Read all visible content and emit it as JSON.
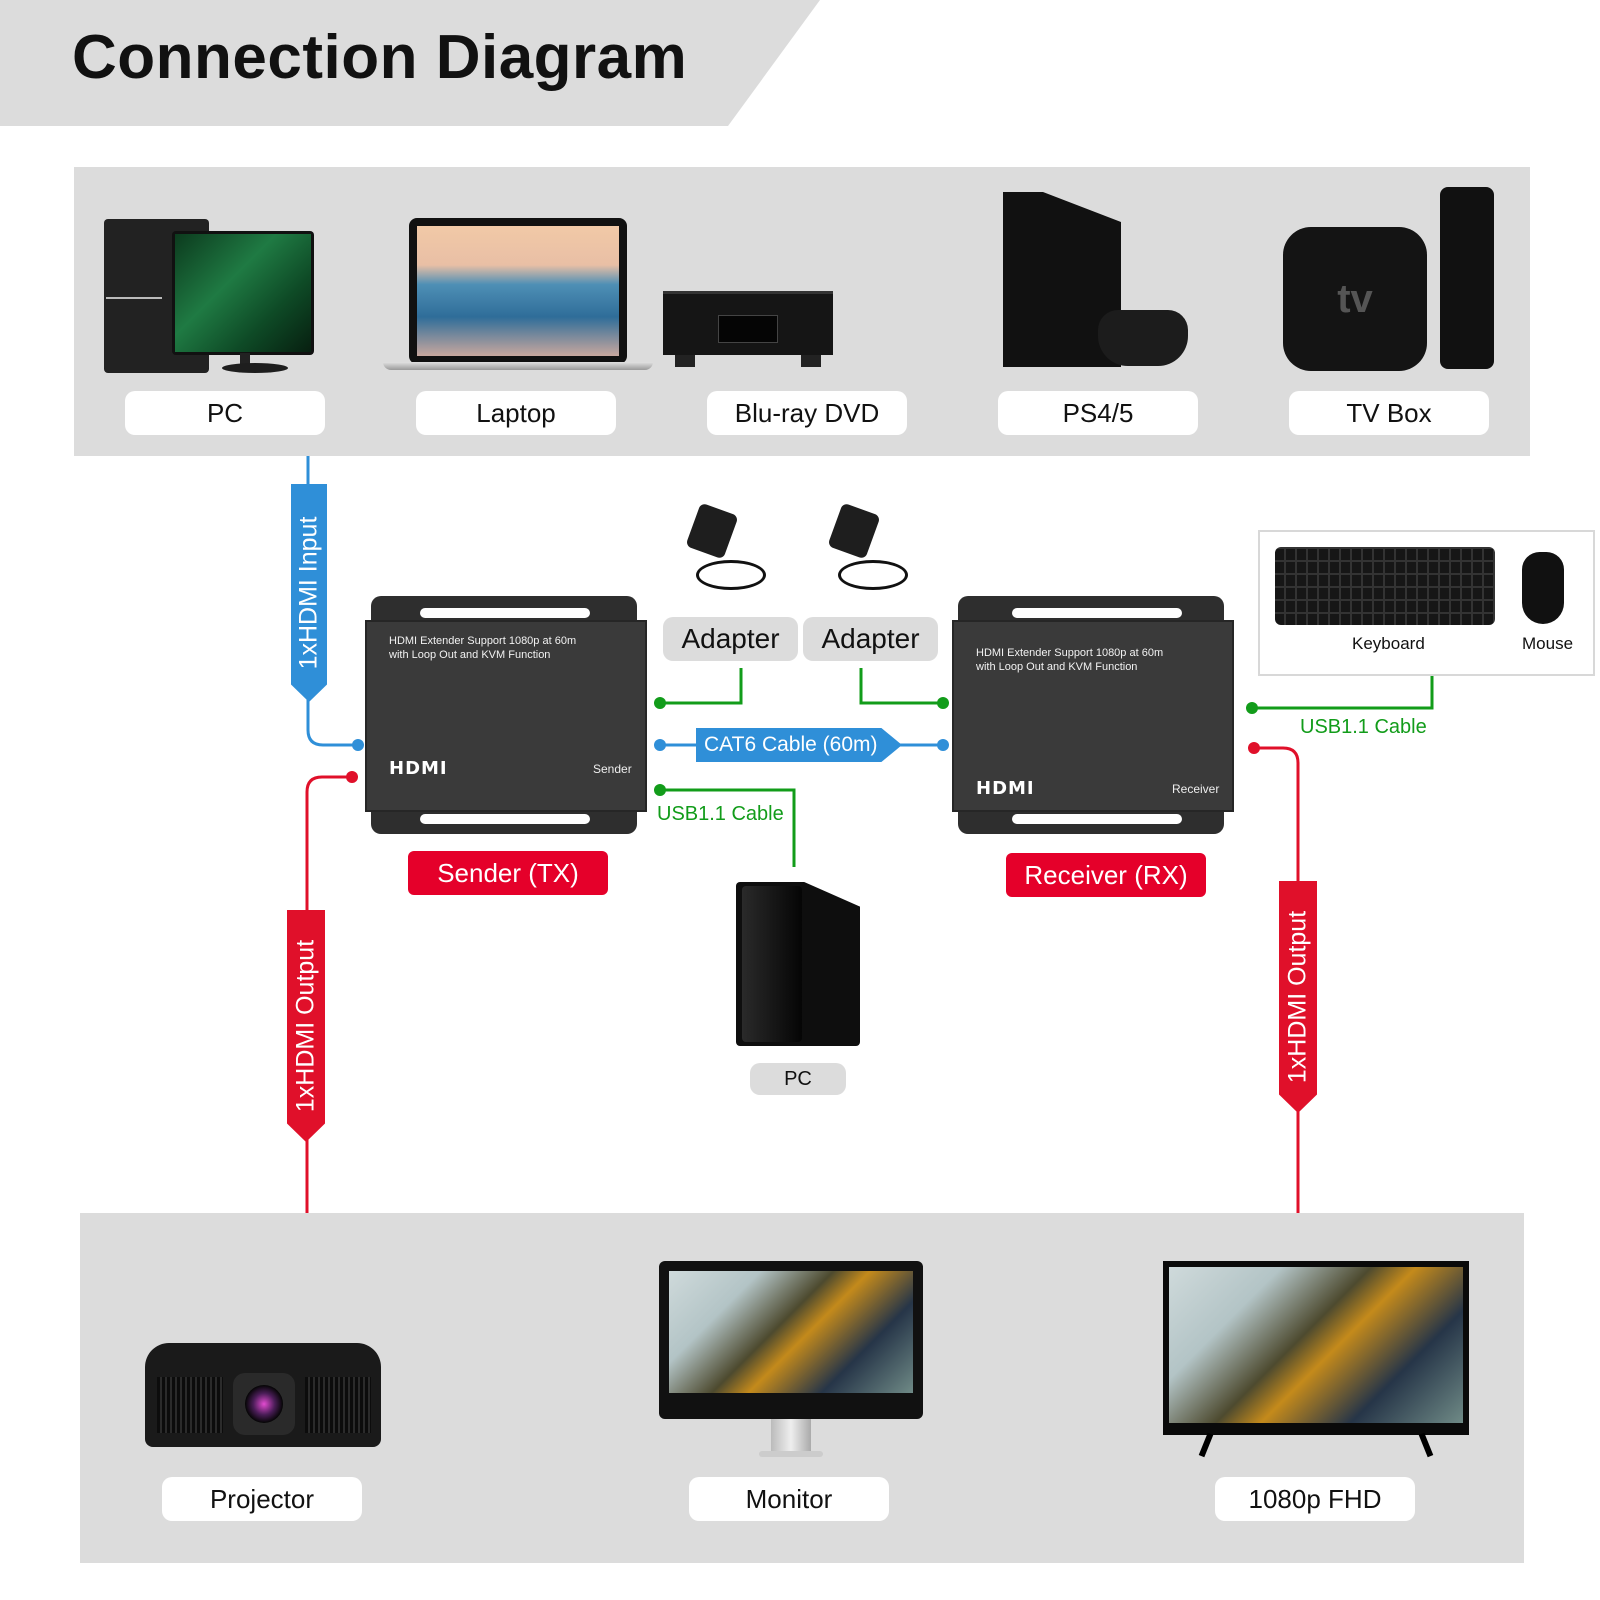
{
  "header": {
    "title": "Connection Diagram"
  },
  "colors": {
    "hdmi_input": "#2f8fd8",
    "hdmi_output": "#e0102a",
    "usb_power": "#129c1a",
    "panel": "#dcdcdc",
    "label_red": "#e5002a"
  },
  "sources": [
    {
      "label": "PC",
      "icon": "desktop-pc-icon"
    },
    {
      "label": "Laptop",
      "icon": "laptop-icon"
    },
    {
      "label": "Blu-ray DVD",
      "icon": "bluray-player-icon"
    },
    {
      "label": "PS4/5",
      "icon": "game-console-icon"
    },
    {
      "label": "TV Box",
      "icon": "tv-box-icon"
    }
  ],
  "tv_box_logo": "tv",
  "cables": {
    "hdmi_input": "1xHDMI Input",
    "hdmi_output_left": "1xHDMI Output",
    "hdmi_output_right": "1xHDMI Output",
    "cat6": "CAT6 Cable (60m)",
    "usb_sender": "USB1.1 Cable",
    "usb_receiver": "USB1.1 Cable"
  },
  "adapters": [
    {
      "label": "Adapter"
    },
    {
      "label": "Adapter"
    }
  ],
  "sender": {
    "desc_line1": "HDMI Extender Support 1080p at 60m",
    "desc_line2": "with Loop Out and KVM Function",
    "logo": "HDMI",
    "role": "Sender",
    "tag": "Sender (TX)"
  },
  "receiver": {
    "desc_line1": "HDMI Extender Support 1080p at 60m",
    "desc_line2": "with Loop Out and KVM Function",
    "logo": "HDMI",
    "role": "Receiver",
    "tag": "Receiver (RX)"
  },
  "kvm_peripherals": [
    {
      "label": "Keyboard"
    },
    {
      "label": "Mouse"
    }
  ],
  "local_pc": {
    "label": "PC"
  },
  "displays": [
    {
      "label": "Projector",
      "icon": "projector-icon"
    },
    {
      "label": "Monitor",
      "icon": "monitor-icon"
    },
    {
      "label": "1080p FHD",
      "icon": "tv-icon"
    }
  ]
}
